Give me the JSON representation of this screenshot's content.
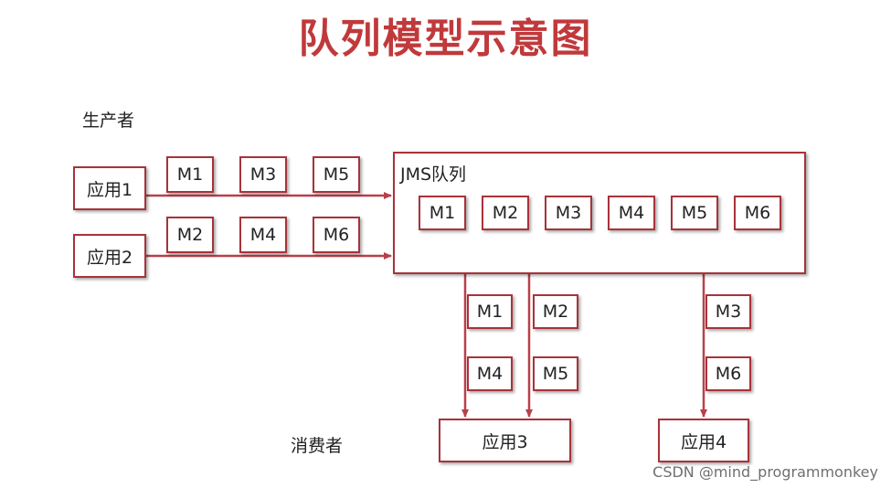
{
  "title": "队列模型示意图",
  "producer_label": "生产者",
  "consumer_label": "消费者",
  "apps": {
    "app1": "应用1",
    "app2": "应用2",
    "app3": "应用3",
    "app4": "应用4"
  },
  "queue": {
    "label": "JMS队列",
    "messages": [
      "M1",
      "M2",
      "M3",
      "M4",
      "M5",
      "M6"
    ]
  },
  "flow_app1": [
    "M1",
    "M3",
    "M5"
  ],
  "flow_app2": [
    "M2",
    "M4",
    "M6"
  ],
  "flow_to_app3_left": [
    "M1",
    "M4"
  ],
  "flow_to_app3_right": [
    "M2",
    "M5"
  ],
  "flow_to_app4": [
    "M3",
    "M6"
  ],
  "colors": {
    "border": "#a8333a",
    "arrow": "#b8404a",
    "title": "#c0393b"
  },
  "watermark": "CSDN @mind_programmonkey"
}
